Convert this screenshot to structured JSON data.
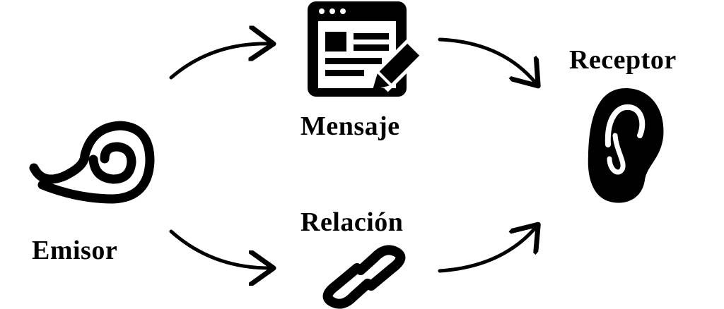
{
  "nodes": {
    "emisor": {
      "label": "Emisor",
      "icon": "spiral-icon"
    },
    "mensaje": {
      "label": "Mensaje",
      "icon": "document-edit-icon"
    },
    "receptor": {
      "label": "Receptor",
      "icon": "ear-icon"
    },
    "relacion": {
      "label": "Relación",
      "icon": "link-chain-icon"
    }
  },
  "colors": {
    "ink": "#000000",
    "background": "#ffffff"
  }
}
